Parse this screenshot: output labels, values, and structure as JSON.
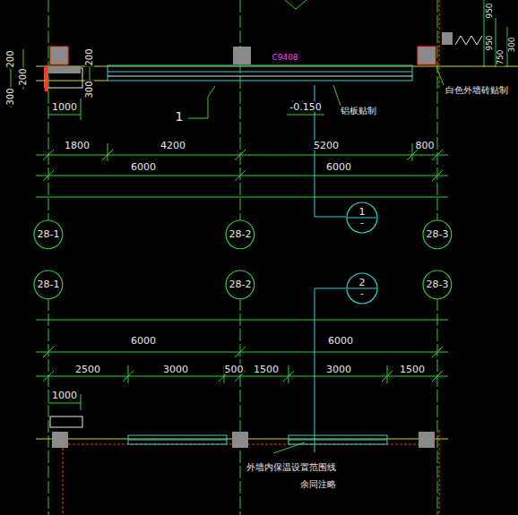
{
  "diagram": {
    "nodes": [
      {
        "text": [
          "28-1"
        ]
      },
      {
        "text": [
          "28-2"
        ]
      },
      {
        "text": [
          "1",
          "-"
        ]
      },
      {
        "text": [
          "28-3"
        ]
      },
      {
        "text": [
          "28-1"
        ]
      },
      {
        "text": [
          "28-2"
        ]
      },
      {
        "text": [
          "2",
          "-"
        ]
      },
      {
        "text": [
          "28-3"
        ]
      }
    ],
    "labels": [
      "200",
      "200",
      "300",
      "200",
      "300",
      "C9408",
      "1000",
      "1",
      "-0.150",
      "铝板贴制",
      "白色外墙砖贴制",
      "950",
      "950",
      "750",
      "300",
      "1800",
      "4200",
      "5200",
      "800",
      "6000",
      "6000",
      "6000",
      "6000",
      "2500",
      "3000",
      "500",
      "1500",
      "3000",
      "1500",
      "1000",
      "外墙内保温设置范围线",
      "余同注略"
    ]
  }
}
